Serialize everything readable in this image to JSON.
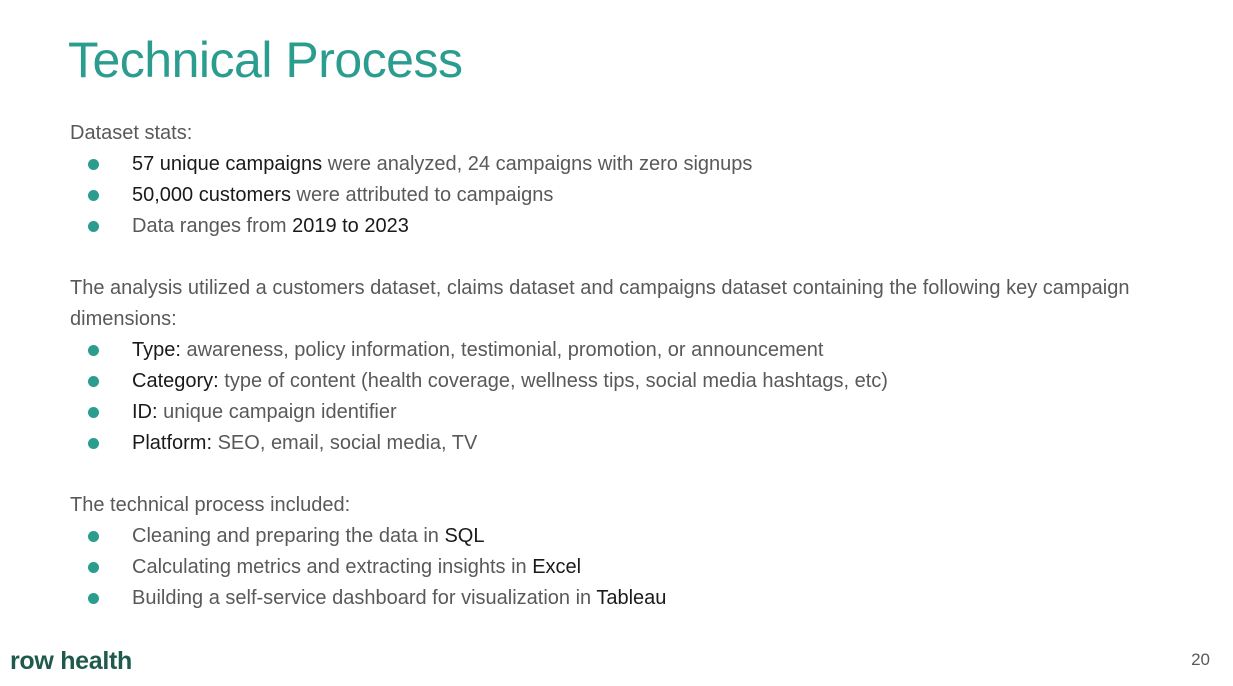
{
  "slide": {
    "title": "Technical Process",
    "page_number": "20"
  },
  "logo": {
    "text": "row health"
  },
  "dataset": {
    "heading": "Dataset stats:",
    "bullets": [
      {
        "bold": "57 unique campaigns",
        "rest": " were analyzed, 24 campaigns with zero signups"
      },
      {
        "bold": "50,000 customers",
        "rest": " were attributed to campaigns"
      },
      {
        "pre": "Data ranges from ",
        "bold": "2019 to 2023"
      }
    ]
  },
  "analysis": {
    "intro": "The analysis utilized a customers dataset, claims dataset and campaigns dataset containing the following key campaign dimensions:",
    "bullets": [
      {
        "label": "Type:",
        "text": " awareness, policy information, testimonial, promotion, or announcement"
      },
      {
        "label": "Category:",
        "text": " type of content (health coverage, wellness tips, social media hashtags, etc)"
      },
      {
        "label": "ID:",
        "text": " unique campaign identifier"
      },
      {
        "label": "Platform:",
        "text": " SEO, email, social media, TV"
      }
    ]
  },
  "process": {
    "intro": "The technical process included:",
    "bullets": [
      {
        "text": "Cleaning and preparing the data in ",
        "tool": "SQL"
      },
      {
        "text": "Calculating metrics and extracting insights in ",
        "tool": "Excel"
      },
      {
        "text": "Building a self-service dashboard for visualization in ",
        "tool": "Tableau"
      }
    ]
  },
  "colors": {
    "accent": "#2a9d8f",
    "logo": "#1f5a4c",
    "body_text": "#595959",
    "highlight_text": "#1a1a1a"
  }
}
